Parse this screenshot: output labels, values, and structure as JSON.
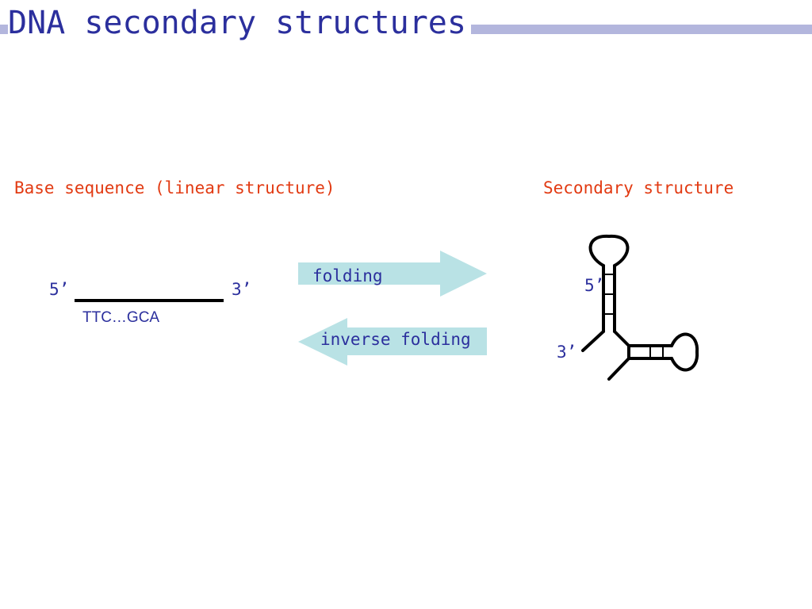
{
  "slide": {
    "title": "DNA secondary structures",
    "title_color": "#2b2f9d",
    "bar_color": "#b3b6dd"
  },
  "left": {
    "heading": "Base sequence (linear structure)",
    "five_prime": "5’",
    "three_prime": "3’",
    "sequence": "TTC…GCA"
  },
  "right": {
    "heading": "Secondary structure",
    "five_prime": "5’",
    "three_prime": "3’"
  },
  "arrows": {
    "forward_label": "folding",
    "inverse_label": "inverse folding",
    "arrow_color": "#b9e2e5"
  },
  "colors": {
    "heading": "#e23a12",
    "label": "#2b2f9d",
    "strand": "#000000"
  }
}
